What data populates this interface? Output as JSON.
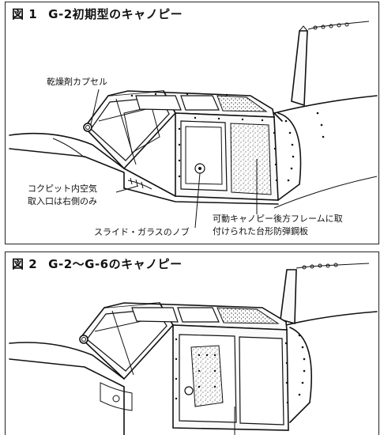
{
  "figure1": {
    "number": "図 1",
    "title": "G-2初期型のキャノピー",
    "labels": {
      "desiccant": "乾燥剤カプセル",
      "intake_line1": "コクピット内空気",
      "intake_line2": "取入口は右側のみ",
      "slide_glass_knob": "スライド・ガラスのノブ",
      "armor_line1": "可動キャノピー後方フレームに取",
      "armor_line2": "付けられた台形防弾鋼板"
    }
  },
  "figure2": {
    "number": "図 2",
    "title": "G-2〜G-6のキャノピー"
  }
}
